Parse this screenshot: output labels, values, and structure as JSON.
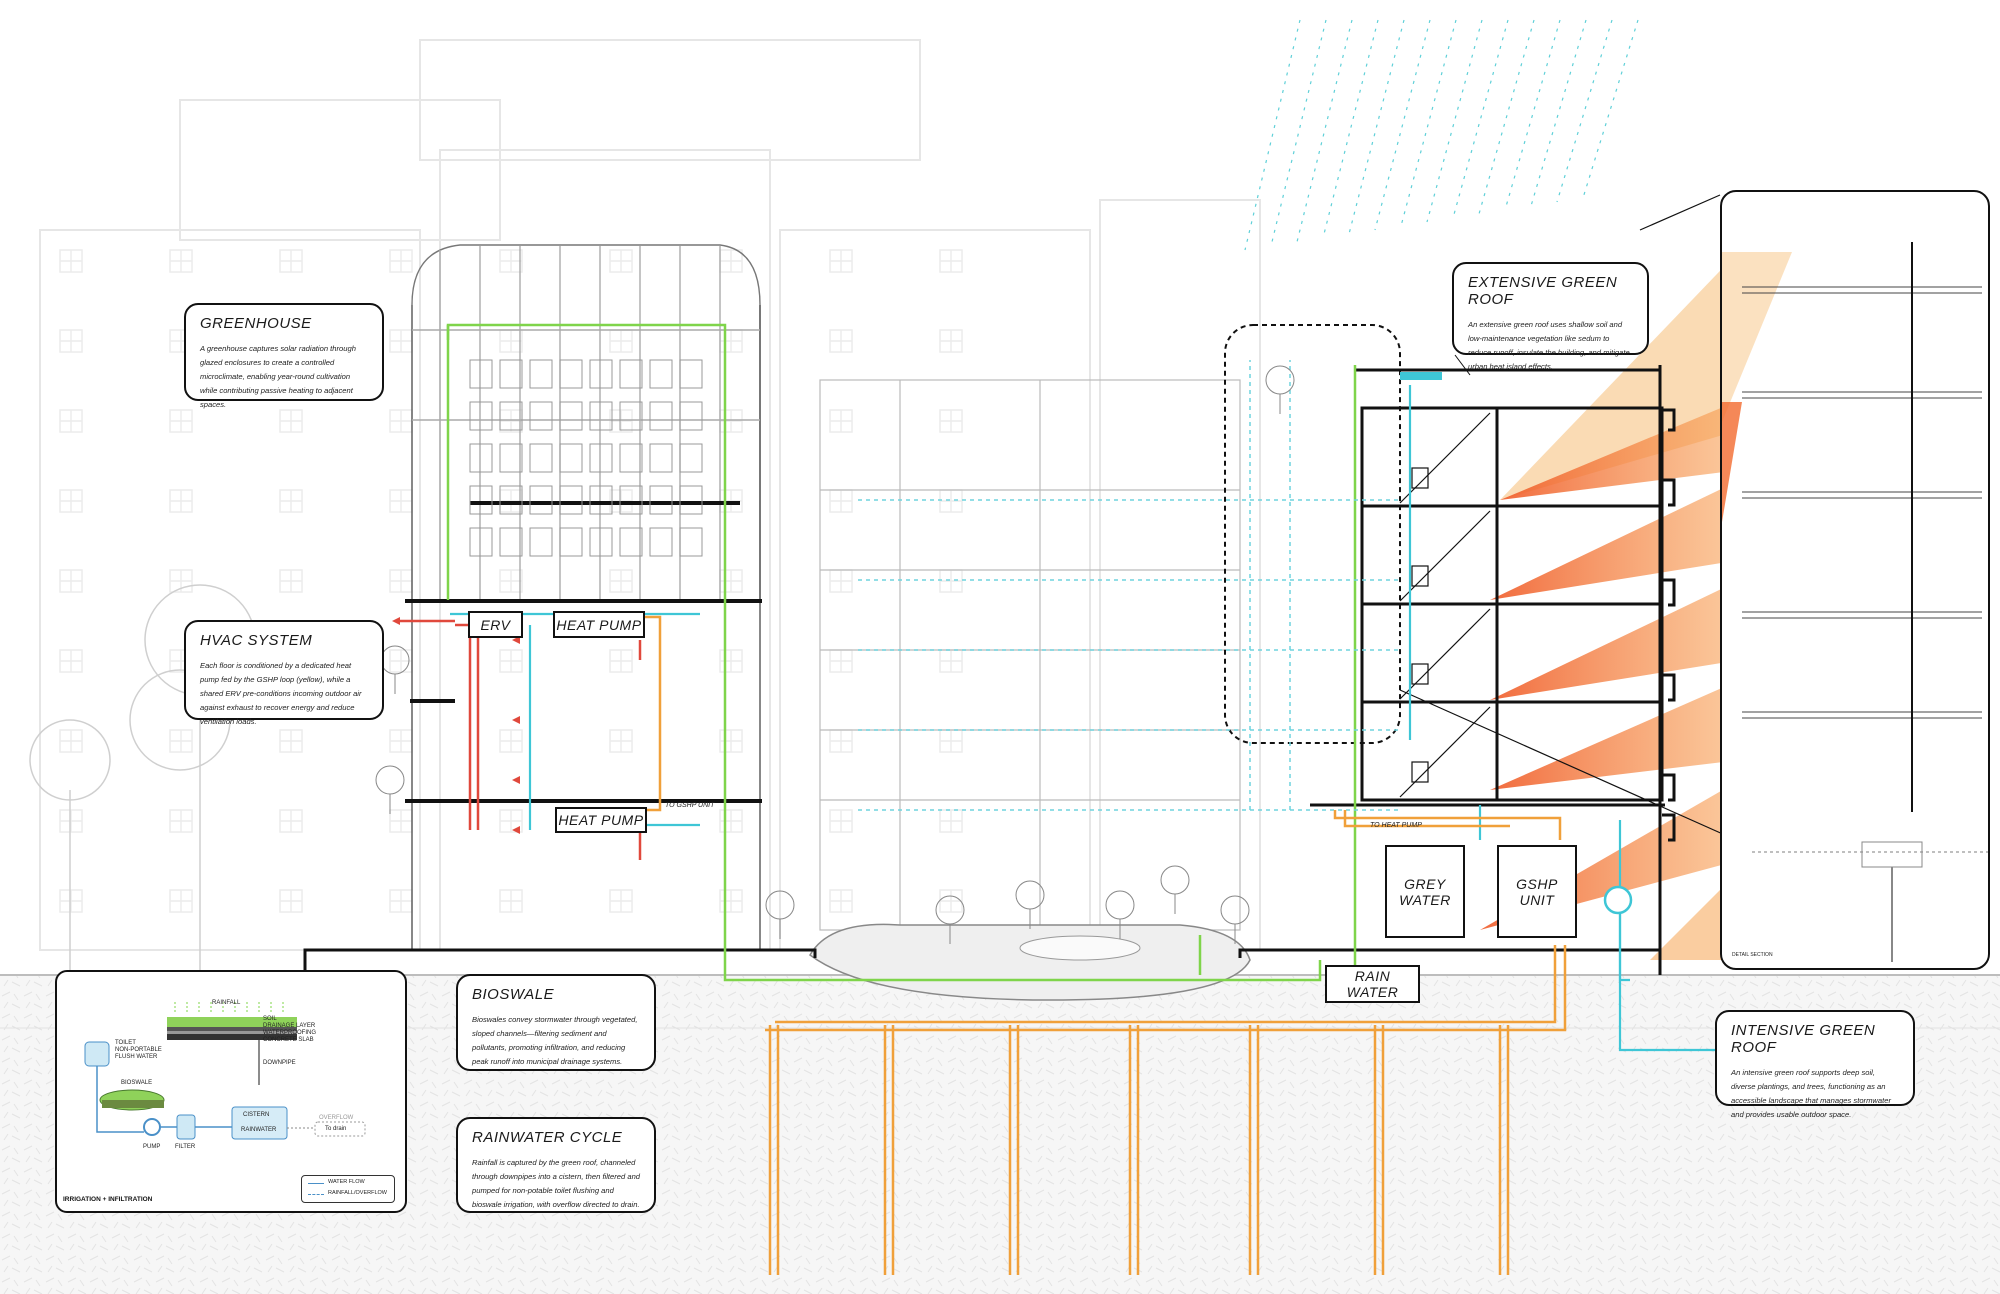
{
  "callouts": {
    "greenhouse": {
      "title": "GREENHOUSE",
      "body": "A greenhouse captures solar radiation through glazed enclosures to create a controlled microclimate, enabling year-round cultivation while contributing passive heating to adjacent spaces."
    },
    "hvac": {
      "title": "HVAC SYSTEM",
      "body": "Each floor is conditioned by a dedicated heat pump fed by the GSHP loop (yellow), while a shared ERV pre-conditions incoming outdoor air against exhaust to recover energy and reduce ventilation loads."
    },
    "extensive_roof": {
      "title": "EXTENSIVE GREEN ROOF",
      "body": "An extensive green roof uses shallow soil and low-maintenance vegetation like sedum to reduce runoff, insulate the building, and mitigate urban heat island effects."
    },
    "bioswale": {
      "title": "BIOSWALE",
      "body": "Bioswales convey stormwater through vegetated, sloped channels—filtering sediment and pollutants, promoting infiltration, and reducing peak runoff into municipal drainage systems."
    },
    "rainwater": {
      "title": "RAINWATER CYCLE",
      "body": "Rainfall is captured by the green roof, channeled through downpipes into a cistern, then filtered and pumped for non-potable toilet flushing and bioswale irrigation, with overflow directed to drain."
    },
    "intensive_roof": {
      "title": "INTENSIVE GREEN ROOF",
      "body": "An intensive green roof supports deep soil, diverse plantings, and trees, functioning as an accessible landscape that manages stormwater and provides usable outdoor space."
    }
  },
  "equipment": {
    "erv": "ERV",
    "heat_pump_upper": "HEAT PUMP",
    "heat_pump_lower": "HEAT PUMP",
    "grey_water": "GREY WATER",
    "gshp_unit": "GSHP UNIT",
    "rain_water": "RAIN WATER"
  },
  "notes": {
    "to_gshp": "TO GSHP UNIT",
    "to_heat_pump": "TO HEAT PUMP"
  },
  "mini_diagram": {
    "rainfall": "RAINFALL",
    "soil": "SOIL",
    "drainage": "DRAINAGE LAYER",
    "waterproofing": "WATERPROOFING",
    "slab": "CONCRETE SLAB",
    "downpipe": "DOWNPIPE",
    "toilet": "TOILET",
    "flush": "NON-PORTABLE",
    "flush2": "FLUSH WATER",
    "bioswale": "BIOSWALE",
    "pump": "PUMP",
    "filter": "FILTER",
    "cistern": "CISTERN",
    "rainwater": "RAINWATER",
    "overflow": "OVERFLOW",
    "to_drain": "To drain",
    "caption": "IRRIGATION + INFILTRATION",
    "legend_water": "WATER FLOW",
    "legend_rain": "RAINFALL/OVERFLOW"
  },
  "detail_section": {
    "label": "DETAIL SECTION"
  },
  "colors": {
    "green": "#7fd44a",
    "cyan": "#3ec6d6",
    "orange": "#f0a03a",
    "red": "#e0483c",
    "solar": "#f26a2e"
  }
}
